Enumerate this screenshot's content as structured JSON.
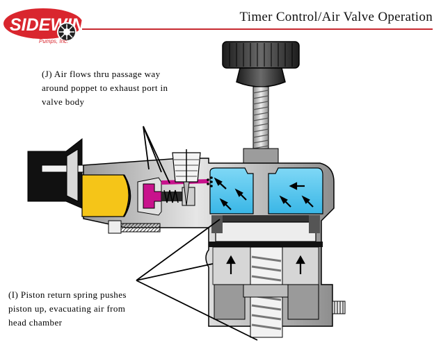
{
  "header": {
    "title": "Timer Control/Air Valve Operation",
    "logo_text": "SIDEWINDER",
    "logo_subtext": "Pumps, Inc.",
    "rule_color": "#c7282f"
  },
  "captions": {
    "j": "(J) Air flows thru passage way\naround poppet to exhaust port in\nvalve body",
    "i": "(I) Piston return spring pushes\npiston up, evacuating air from\nhead chamber"
  },
  "colors": {
    "air_chamber": "#4cc3ee",
    "fluid_yellow": "#f5c518",
    "poppet_magenta": "#c8128c",
    "body_gray": "#bdbdbd",
    "background": "#ffffff"
  },
  "icons": [
    "logo-wheel-icon",
    "arrow-icon"
  ]
}
